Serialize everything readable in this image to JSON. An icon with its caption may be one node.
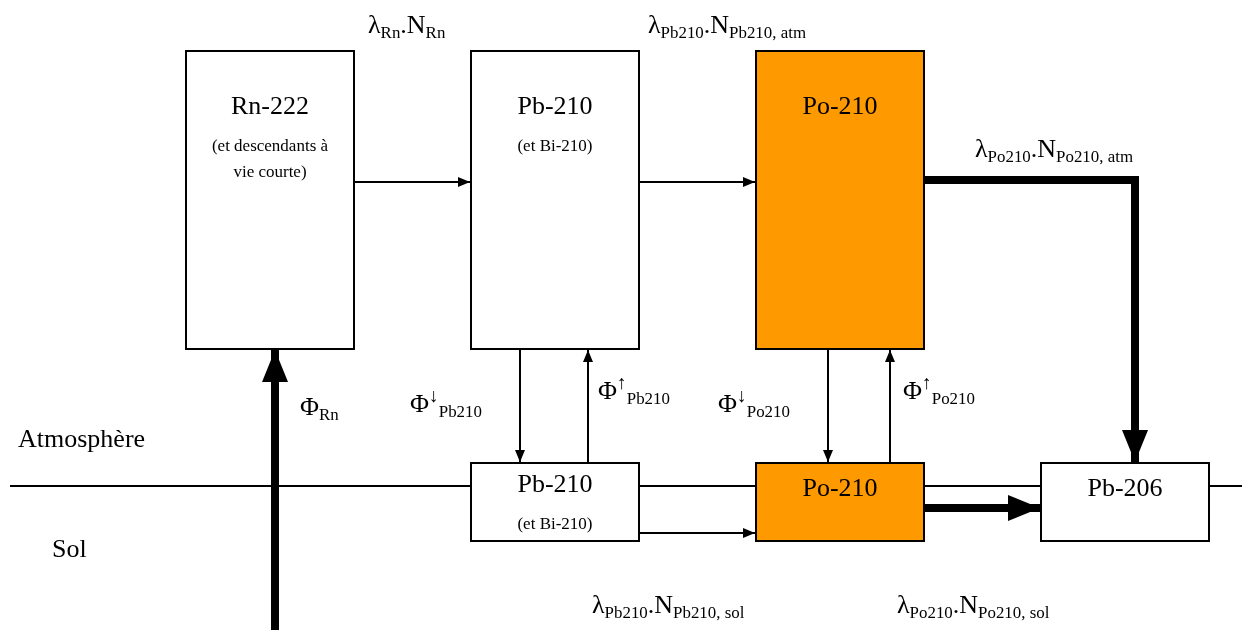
{
  "diagram": {
    "nodes": [
      {
        "text": [
          "Rn-222",
          "(et descendants à vie courte)"
        ]
      },
      {
        "text": [
          "Pb-210",
          "(et Bi-210)"
        ]
      },
      {
        "text": [
          "Po-210"
        ]
      },
      {
        "text": [
          "Pb-210",
          "(et Bi-210)"
        ]
      },
      {
        "text": [
          "Po-210"
        ]
      },
      {
        "text": [
          "Pb-206"
        ]
      }
    ],
    "edges": [
      {
        "from": 0,
        "to": 1,
        "arrow": "to"
      },
      {
        "from": 1,
        "to": 2,
        "arrow": "to"
      },
      {
        "from": 2,
        "to": 5,
        "arrow": "to",
        "style": "thick",
        "label": "λ$_{Po210}$.N$_{Po210, atm}$"
      },
      {
        "from": 1,
        "to": 3,
        "arrow": "to",
        "label": "Φ$^{↓}$$_{Pb210}$"
      },
      {
        "from": 3,
        "to": 1,
        "arrow": "to",
        "label": "Φ$^{↑}$$_{Pb210}$"
      },
      {
        "from": 2,
        "to": 4,
        "arrow": "to",
        "label": "Φ$^{↓}$$_{Po210}$"
      },
      {
        "from": 4,
        "to": 2,
        "arrow": "to",
        "label": "Φ$^{↑}$$_{Po210}$"
      },
      {
        "from": 3,
        "to": 4,
        "arrow": "to",
        "label": "λ$_{Pb210}$.N$_{Pb210, sol}$"
      },
      {
        "from": 4,
        "to": 5,
        "arrow": "to",
        "style": "thick",
        "label": "λ$_{Po210}$.N$_{Po210, sol}$"
      },
      {
        "from": null,
        "to": 0,
        "arrow": "to",
        "style": "thick",
        "label": "Φ$_{Rn}$"
      }
    ],
    "labels": [
      "λ$_{Rn}$.N$_{Rn}$",
      "λ$_{Pb210}$.N$_{Pb210, atm}$",
      "Atmosphère",
      "Sol"
    ]
  }
}
